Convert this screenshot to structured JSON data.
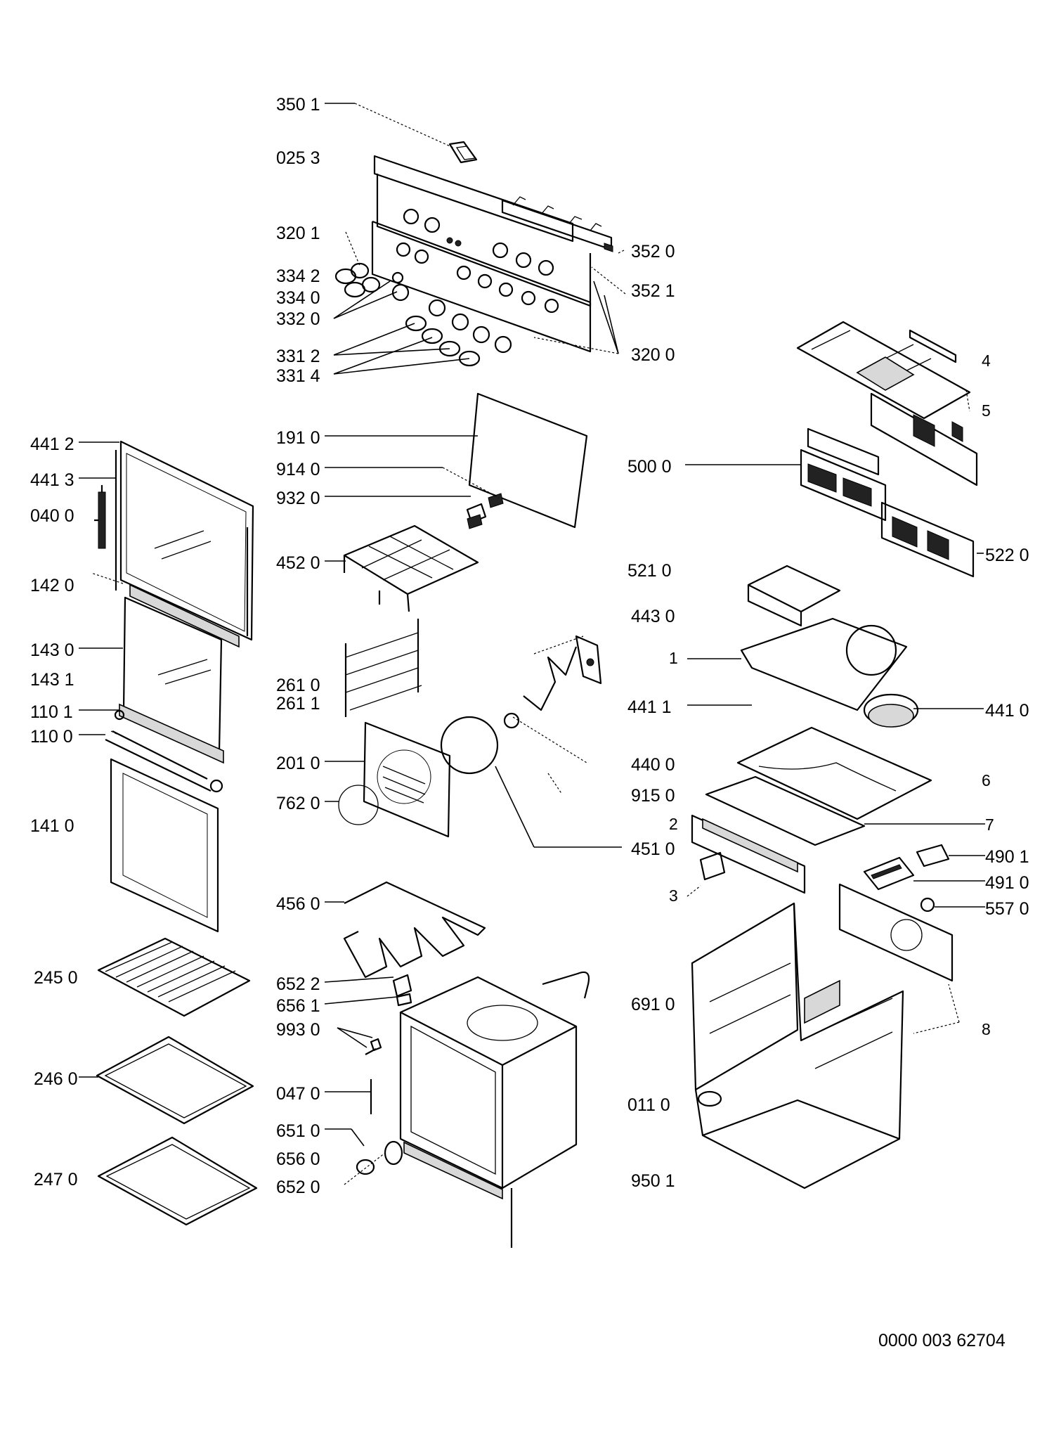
{
  "labels": {
    "l3501": "350 1",
    "l0253": "025 3",
    "l3201": "320 1",
    "l3342": "334 2",
    "l3340": "334 0",
    "l3320": "332 0",
    "l3312": "331 2",
    "l3314": "331 4",
    "l3520": "352 0",
    "l3521": "352 1",
    "l3200": "320 0",
    "l4412": "441 2",
    "l4413": "441 3",
    "l0400": "040 0",
    "l1420": "142 0",
    "l1430": "143 0",
    "l1431": "143 1",
    "l1101": "110 1",
    "l1100": "110 0",
    "l1410": "141 0",
    "l2450": "245 0",
    "l2460": "246 0",
    "l2470": "247 0",
    "l1910": "191 0",
    "l9140": "914 0",
    "l9320": "932 0",
    "l4520": "452 0",
    "l2610": "261 0",
    "l2611": "261 1",
    "l2010": "201 0",
    "l7620": "762 0",
    "l4560": "456 0",
    "l6522": "652 2",
    "l6561": "656 1",
    "l9930": "993 0",
    "l0470": "047 0",
    "l6510": "651 0",
    "l6560": "656 0",
    "l6520": "652 0",
    "l5000": "500 0",
    "l5220": "522 0",
    "l5210": "521 0",
    "l4430": "443 0",
    "l1": "1",
    "l4411": "441 1",
    "l4410": "441 0",
    "l4400": "440 0",
    "l9150": "915 0",
    "l6": "6",
    "l2": "2",
    "l7": "7",
    "l4510": "451 0",
    "l3": "3",
    "l4901": "490 1",
    "l4910": "491 0",
    "l5570": "557 0",
    "l6910": "691 0",
    "l8": "8",
    "l0110": "011 0",
    "l9501": "950 1",
    "l4": "4",
    "l5": "5"
  },
  "doc_ref": "0000 003 62704"
}
